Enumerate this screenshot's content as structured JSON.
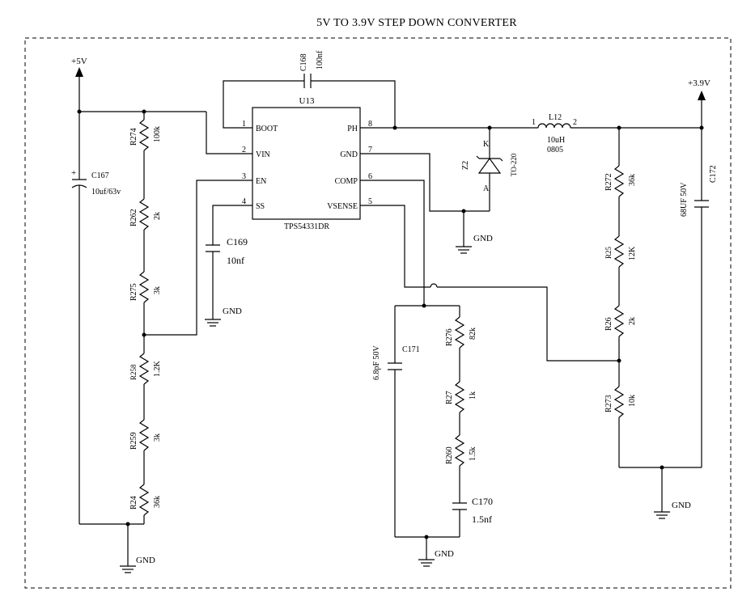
{
  "title": "5V TO 3.9V STEP DOWN CONVERTER",
  "ic": {
    "ref": "U13",
    "part": "TPS54331DR",
    "pins": [
      {
        "num": "1",
        "name": "BOOT"
      },
      {
        "num": "2",
        "name": "VIN"
      },
      {
        "num": "3",
        "name": "EN"
      },
      {
        "num": "4",
        "name": "SS"
      },
      {
        "num": "8",
        "name": "PH"
      },
      {
        "num": "7",
        "name": "GND"
      },
      {
        "num": "6",
        "name": "COMP"
      },
      {
        "num": "5",
        "name": "VSENSE"
      }
    ]
  },
  "power": {
    "in": "+5V",
    "out": "+3.9V",
    "gnd": "GND"
  },
  "components": {
    "C168": {
      "ref": "C168",
      "value": "100nf"
    },
    "C167": {
      "ref": "C167",
      "value": "10uf/63v",
      "polarity": "+"
    },
    "R274": {
      "ref": "R274",
      "value": "100k"
    },
    "R262": {
      "ref": "R262",
      "value": "2k"
    },
    "R275": {
      "ref": "R275",
      "value": "3k"
    },
    "R258": {
      "ref": "R258",
      "value": "1.2K"
    },
    "R259": {
      "ref": "R259",
      "value": "3k"
    },
    "R24": {
      "ref": "R24",
      "value": "36k"
    },
    "C169": {
      "ref": "C169",
      "value": "10nf"
    },
    "Z2": {
      "ref": "Z2",
      "package": "TO-220",
      "k": "K",
      "a": "A"
    },
    "L12": {
      "ref": "L12",
      "value": "10uH",
      "package": "0805",
      "pin1": "1",
      "pin2": "2"
    },
    "R272": {
      "ref": "R272",
      "value": "36k"
    },
    "R25": {
      "ref": "R25",
      "value": "12K"
    },
    "R26": {
      "ref": "R26",
      "value": "2k"
    },
    "R273": {
      "ref": "R273",
      "value": "10k"
    },
    "C172": {
      "ref": "C172",
      "value": "68UF 50V"
    },
    "C171": {
      "ref": "C171",
      "value": "6.8pF 50V"
    },
    "R276": {
      "ref": "R276",
      "value": "82k"
    },
    "R27": {
      "ref": "R27",
      "value": "1k"
    },
    "R260": {
      "ref": "R260",
      "value": "1.5k"
    },
    "C170": {
      "ref": "C170",
      "value": "1.5nf"
    }
  }
}
